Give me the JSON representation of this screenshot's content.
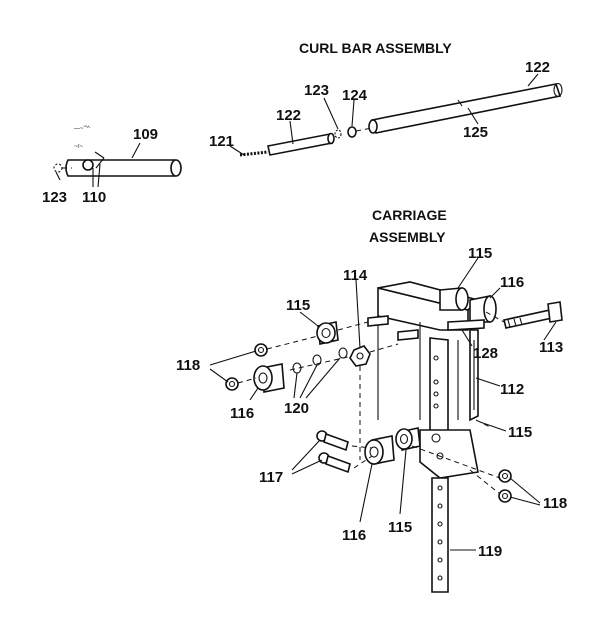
{
  "titles": {
    "curl_bar": "CURL BAR ASSEMBLY",
    "carriage_line1": "CARRIAGE",
    "carriage_line2": "ASSEMBLY"
  },
  "callouts": {
    "c109": "109",
    "c110": "110",
    "c123_left": "123",
    "c121": "121",
    "c122_mid": "122",
    "c123_top": "123",
    "c124": "124",
    "c125": "125",
    "c122_right": "122",
    "c115_top": "115",
    "c116_top": "116",
    "c114": "114",
    "c115_left": "115",
    "c113": "113",
    "c128": "128",
    "c118_left": "118",
    "c116_left": "116",
    "c120": "120",
    "c112": "112",
    "c115_right": "115",
    "c117": "117",
    "c118_right": "118",
    "c116_bottom": "116",
    "c115_bottom": "115",
    "c119": "119"
  }
}
